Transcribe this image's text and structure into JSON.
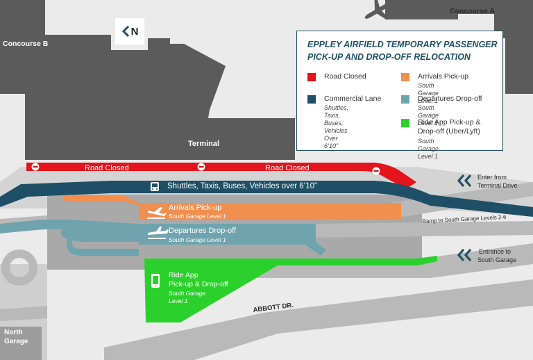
{
  "title_line1": "EPPLEY AIRFIELD TEMPORARY PASSENGER",
  "title_line2": "PICK-UP AND DROP-OFF RELOCATION",
  "north_label": "N",
  "buildings": {
    "concourse_a": "Concourse A",
    "concourse_b": "Concourse B",
    "terminal": "Terminal",
    "north_garage_line1": "North",
    "north_garage_line2": "Garage"
  },
  "lanes": {
    "road_closed": "Road Closed",
    "commercial": "Shuttles, Taxis, Buses, Vehicles over 6’10”",
    "arrivals_title": "Arrivals Pick-up",
    "arrivals_sub": "South Garage Level 1",
    "departures_title": "Departures Drop-off",
    "departures_sub": "South Garage Level 1",
    "rideapp_line1": "Ride App",
    "rideapp_line2": "Pick-up & Drop-off",
    "rideapp_sub1": "South Garage",
    "rideapp_sub2": "Level 1"
  },
  "streets": {
    "abbott": "ABBOTT DR.",
    "ramp": "Ramp to South Garage Levels 2-6",
    "enter_from_line1": "Enter from",
    "enter_from_line2": "Terminal Drive",
    "entrance_line1": "Entrance to",
    "entrance_line2": "South Garage"
  },
  "legend": {
    "road_closed": "Road Closed",
    "commercial": "Commercial Lane",
    "commercial_sub1": "Shuttles, Taxis, Buses,",
    "commercial_sub2": "Vehicles Over 6’10”",
    "arrivals": "Arrivals Pick-up",
    "arrivals_sub": "South Garage Level 1",
    "departures": "Departures Drop-off",
    "departures_sub": "South Garage Level 1",
    "rideapp_line1": "Ride App Pick-up &",
    "rideapp_line2": "Drop-off (Uber/Lyft)",
    "rideapp_sub": "South Garage Level 1"
  },
  "colors": {
    "road_closed": "#e3141b",
    "commercial": "#1e4f66",
    "arrivals": "#f08f4f",
    "departures": "#6fa4ae",
    "ride_app": "#2bd12b",
    "building": "#5b5b5b",
    "road": "#b9b9b9",
    "garage": "#a9a9a9"
  }
}
